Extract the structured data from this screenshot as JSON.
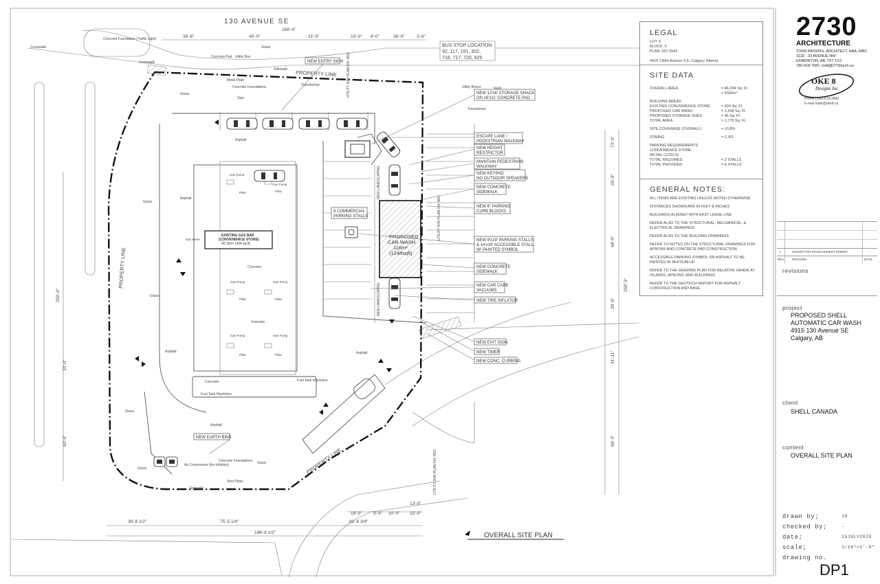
{
  "street": "130 AVENUE SE",
  "bus_stop": {
    "title": "BUS STOP LOCATION",
    "routes_1": "92, 117, 151, 302,",
    "routes_2": "716, 717, 720, 825"
  },
  "callouts": [
    "NEW 12'x8' STORAGE SHACK",
    "ON 16'x11' CONCRETE PAD",
    "NEW ENTRY SIGN",
    "ESCAPE LANE /",
    "PEDESTRIAN WALKWAY",
    "NEW HEIGHT",
    "RESTRICTOR",
    "MAINTAIN PEDESTRIAN",
    "WALKWAY",
    "NEW KEYPAD",
    "NO OUTDOOR SPEAKERS",
    "NEW CONCRETE",
    "SIDEWALK",
    "NEW 6\" PARKING",
    "CURB BLOCKS",
    "NEW 9'x19' PARKING STALLS",
    "& 14'x19' ACCESSIBLE STALL",
    "W/ PAINTED SYMBOL",
    "NEW CONCRETE",
    "SIDEWALK",
    "NEW CAR CARE",
    "VACUUMS",
    "NEW TIRE INFLATOR",
    "NEW EXIT SIGN",
    "NEW TIMER",
    "NEW CONC. CURBING",
    "NEW EARTH BINS",
    "8 COMMERCIAL",
    "PARKING STALLS"
  ],
  "plan_labels": {
    "existing_gas_bar": "EXISTING GAS BAR",
    "convenience": "(CONVENIENCE STORE)",
    "area": "40.32m² (434 sq ft)",
    "car_wash_1": "PROPOSED",
    "car_wash_2": "CAR WASH",
    "car_wash_3": "116m²",
    "car_wash_4": "(1248sqft)",
    "property_line": "PROPERTY LINE",
    "sidewalk": "Sidewalk",
    "grass": "Grass",
    "asphalt": "Asphalt",
    "concrete": "Concrete",
    "transformer": "Transformer",
    "gas_pump": "Gas Pump",
    "pillar": "Pillar",
    "fuel_tank": "Fuel Tank Manholes",
    "crosswalk": "Crosswalk",
    "air_comp": "Air Compressor (tire inflation)",
    "conc_found": "Concrete Foundations",
    "vent_pipes": "Vent Pipes",
    "gas_meter": "Gas Meter",
    "utility": "UTILITY R/W PLAN 041 4821",
    "conc_found_tl": "Concrete Foundation (Traffic Light)",
    "new_landscaping": "NEW LANDSCAPING",
    "utility_box": "Utility Box",
    "concrete_pad": "Concrete Pad",
    "metal_plate": "Metal Plate",
    "sign": "Sign",
    "vault": "Vault",
    "utility_boxes": "Utility Boxes"
  },
  "dims": {
    "top": [
      "35'-6\"",
      "40'-0\"",
      "31'-0\"",
      "19'-0\"",
      "4'-0\"",
      "26'-0\"",
      "3'-8\""
    ],
    "top_overall": "168'-4\"",
    "bottom": [
      "38'-8 1/2\"",
      "75'-5 1/4\"",
      "82'-6 3/4\""
    ],
    "bottom_overall": "196'-8 1/2\"",
    "bottom_right": [
      "19'-0\"",
      "8'-4\"",
      "10'-0\"",
      "15'-0\"",
      "13'-0\""
    ],
    "left": [
      "259'-4\"",
      "33'-0\"",
      "63'-0\""
    ],
    "right": [
      "73'-0\"",
      "26'-0\"",
      "48'-0\"",
      "259'-3\"",
      "30'-0\"",
      "41'-11\"",
      "60'-3\""
    ]
  },
  "legal": {
    "heading": "LEGAL",
    "lot_label": "LOT:",
    "lot": "6",
    "block_label": "BLOCK:",
    "block": "5",
    "plan_label": "PLAN:",
    "plan": "021 0542",
    "address": "4915 130th Avenue S.E.   Calgary, Alberta"
  },
  "site_data": {
    "heading": "SITE DATA",
    "rows": [
      {
        "k": "OVERALL AREA",
        "v": "= 46,294 Sq. Ft."
      },
      {
        "k": "",
        "v": "= 4300m²"
      },
      {
        "k": "BUILDING AREAS",
        "v": ""
      },
      {
        "k": "  EXISTING CONVENIENCE STORE",
        "v": "= 434 Sq. Ft."
      },
      {
        "k": "  PROPOSED CAR WASH",
        "v": "= 1,248 Sq. Ft."
      },
      {
        "k": "  PROPOSED STORAGE SHED",
        "v": "= 96 Sq. Ft."
      },
      {
        "k": "  TOTAL AREA",
        "v": "= 1,778 Sq. Ft."
      },
      {
        "k": "SITE COVERAGE (OVERALL)",
        "v": "= ±3.8%"
      },
      {
        "k": "ZONING",
        "v": "= C-R3"
      },
      {
        "k": "PARKING REQUIREMENTS",
        "v": ""
      },
      {
        "k": "  CONVENIENCE STORE",
        "v": ""
      },
      {
        "k": "  RETAIL (1/322.9)",
        "v": ""
      },
      {
        "k": "  TOTAL REQUIRED",
        "v": "= 2 STALLS"
      },
      {
        "k": "  TOTAL PROVIDED",
        "v": "= 8 STALLS"
      }
    ]
  },
  "notes": {
    "heading": "GENERAL NOTES:",
    "items": [
      "ALL ITEMS ARE EXISTING UNLESS NOTED OTHERWISE",
      "DISTANCES SHOWN ARE IN FEET & INCHES",
      "BUILDINGS ALIGNED WITH EAST LEASE LINE",
      "REFER ALSO TO THE STRUCTURAL, MECHANICAL, & ELECTRICAL DRAWINGS",
      "REFER ALSO TO THE BUILDING DRAWINGS",
      "REFER TO NOTES ON THE STRUCTURAL DRAWINGS FOR APRONS AND CONCRETE PAD CONSTRUCTION",
      "ACCESSIBLE PARKING SYMBOL ON ASPHALT TO BE PAINTED IN WHITE/BLUE",
      "REFER TO THE GRADING PLAN FOR RELATIVE GRADE AT ISLANDS, APRONS, AND BUILDINGS",
      "REFER TO THE GEOTECH REPORT FOR ASPHALT CONSTRUCTION AND BASE"
    ]
  },
  "firm": {
    "number": "2730",
    "name": "ARCHITECTURE",
    "line1": "TODD BROOKS, ARCHITECT, AAA, AIBC",
    "line2": "3132 - 33 AVENUE NW",
    "line3": "EDMONTON, AB, T6T 1X2",
    "line4": "780-918-7081; todd@2730arch.ca"
  },
  "consultant": {
    "logo": "OKE 8",
    "sub": "Designs Inc.",
    "phone": "Phone (780) 619-3836",
    "email": "E-mail  mark@oke8.ca"
  },
  "revisions": {
    "rows": [
      {
        "no": "1",
        "desc": "ISSUED FOR DEVELOPMENT PERMIT",
        "date": "-"
      }
    ],
    "h_rev": "REV.",
    "h_desc": "REVISION",
    "h_date": "DATE",
    "label": "revisions"
  },
  "project": {
    "label": "project",
    "l1": "PROPOSED SHELL",
    "l2": "AUTOMATIC CAR WASH",
    "l3": "4915 130 Avenue SE",
    "l4": "Calgary, AB"
  },
  "client": {
    "label": "client",
    "name": "SHELL CANADA"
  },
  "content": {
    "label": "content",
    "name": "OVERALL SITE PLAN"
  },
  "meta": [
    {
      "k": "drawn by;",
      "v": "JO"
    },
    {
      "k": "checked by;",
      "v": "-"
    },
    {
      "k": "date;",
      "v": "15JULY2025"
    },
    {
      "k": "scale;",
      "v": "1/16\"=1'-0\""
    },
    {
      "k": "drawing no.",
      "v": ""
    }
  ],
  "drawing_no": "DP1",
  "view_title": "OVERALL SITE PLAN",
  "colors": {
    "line": "#222222",
    "property": "#111111",
    "hatch": "#888888"
  }
}
